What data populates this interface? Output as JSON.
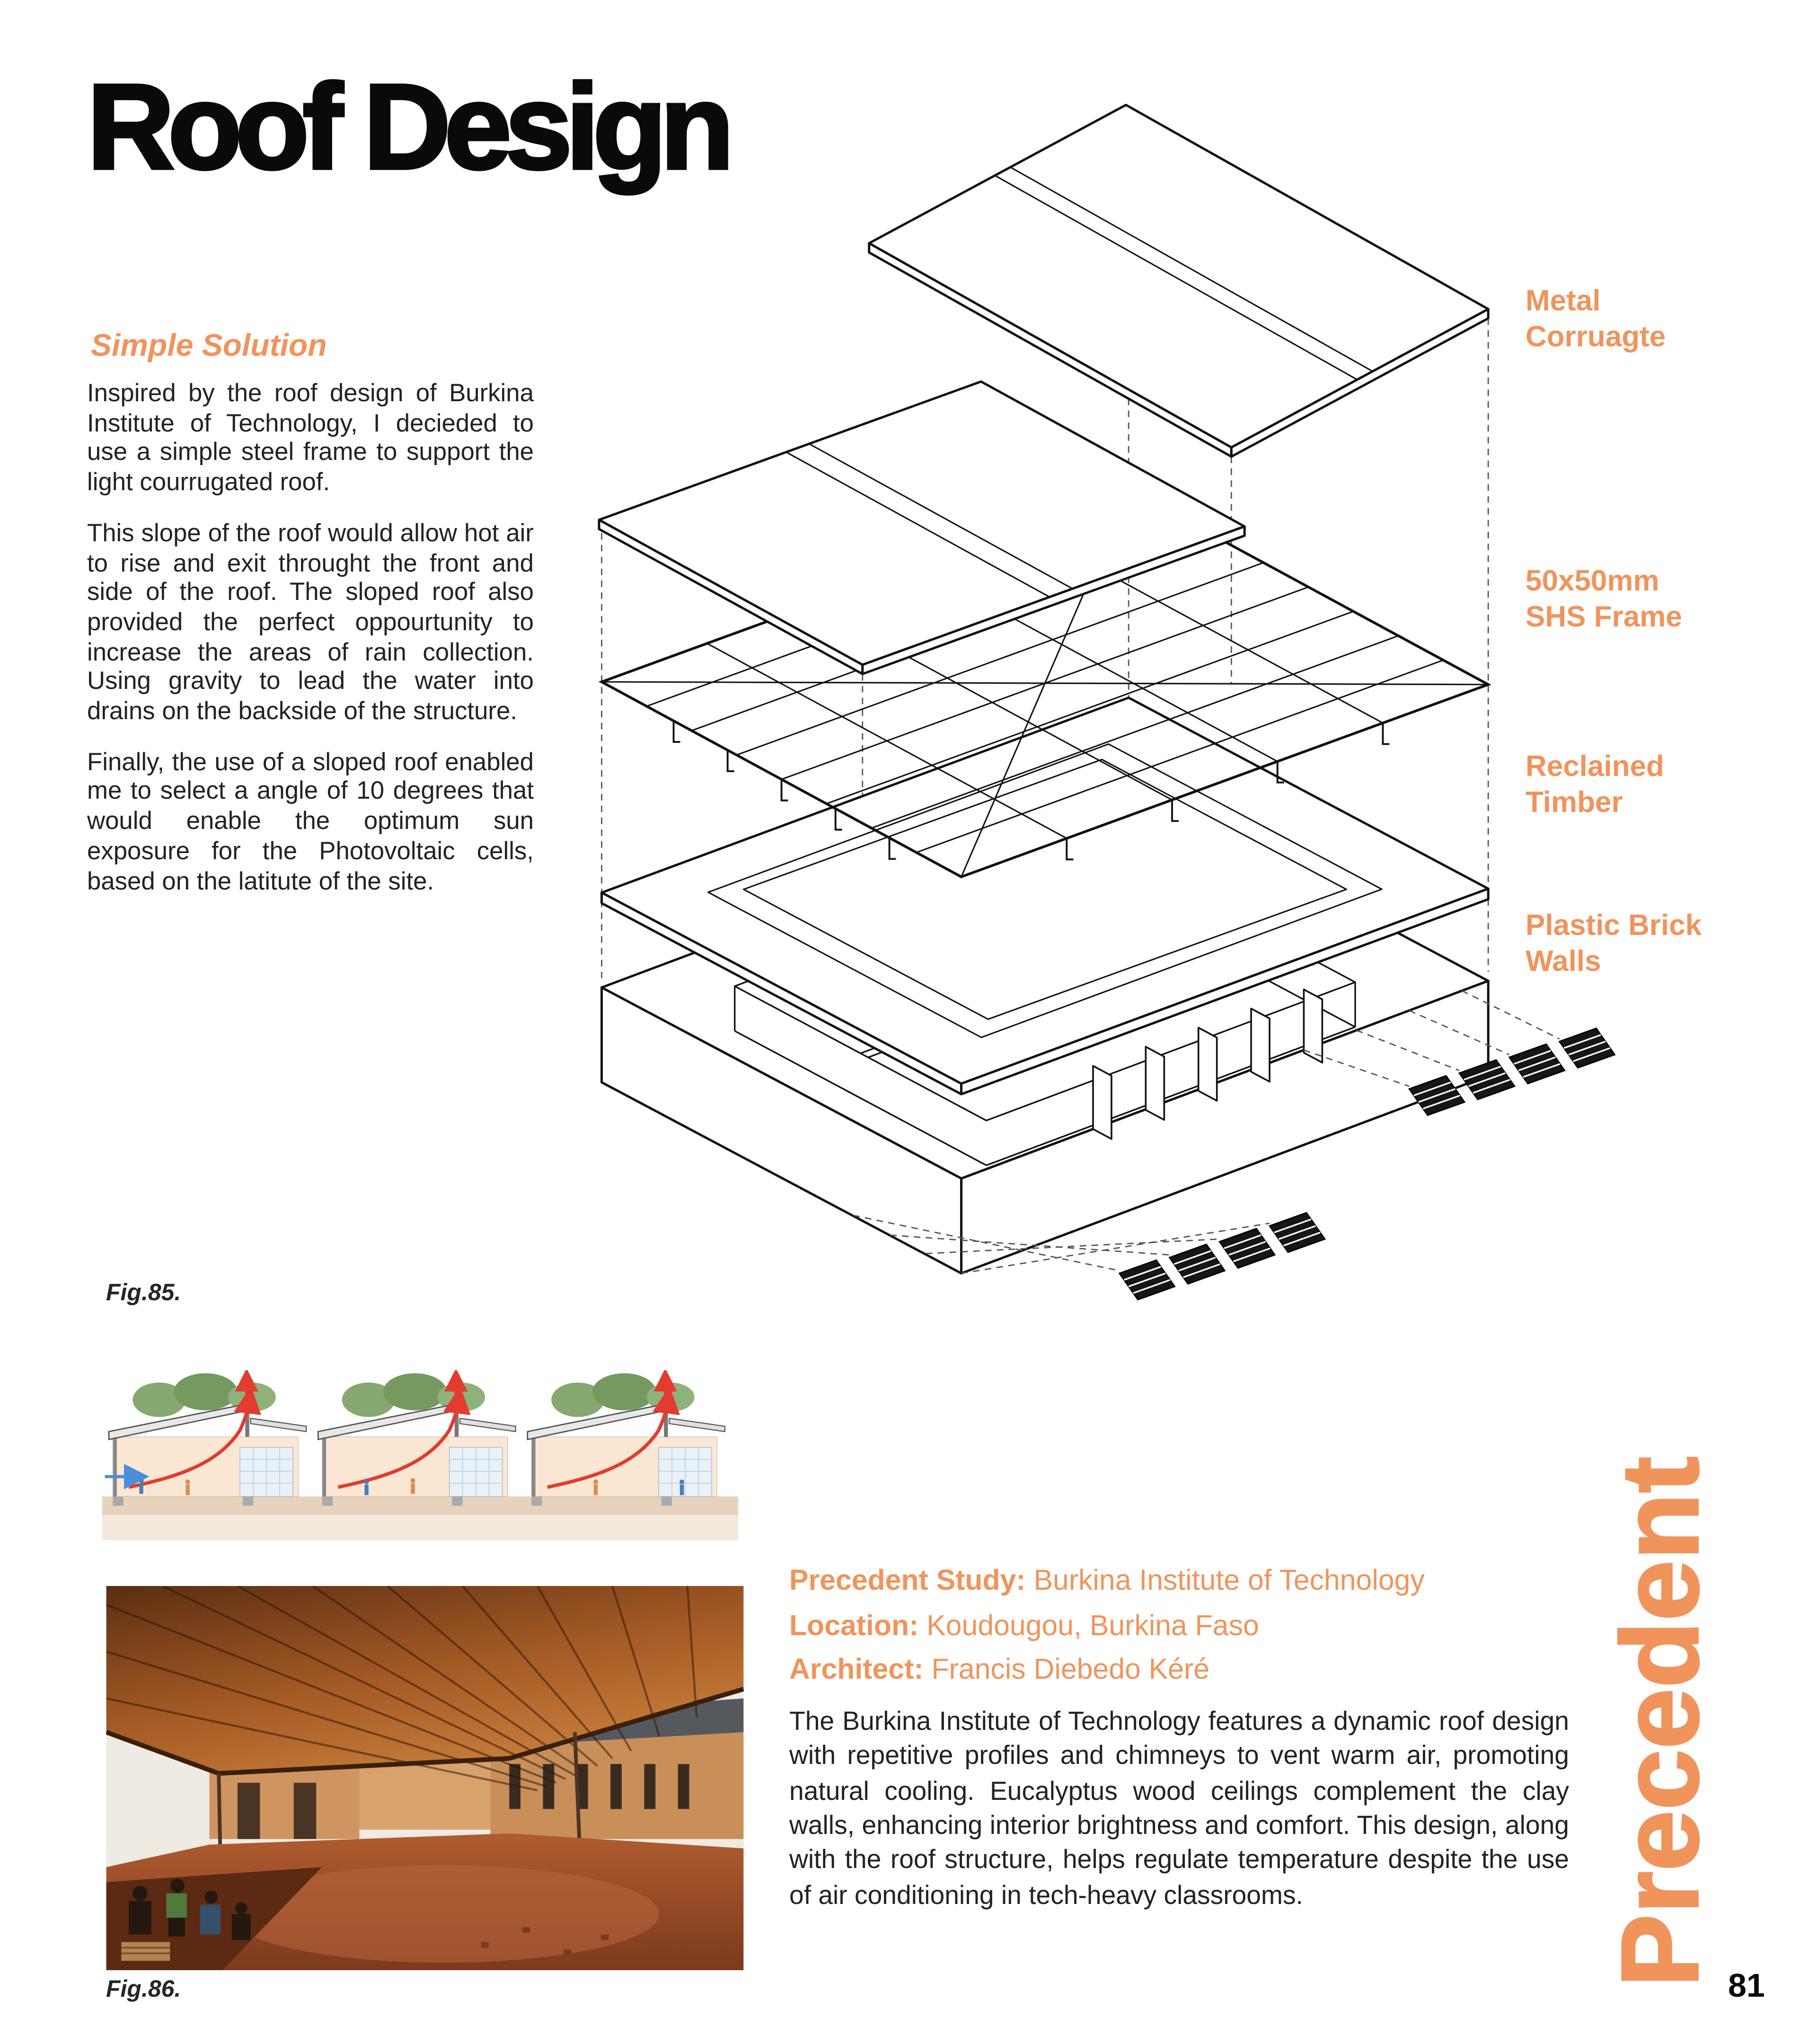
{
  "page": {
    "title": "Roof Design",
    "page_number": "81",
    "accent_color": "#F0945C"
  },
  "left_column": {
    "heading": "Simple Solution",
    "paragraphs": [
      "Inspired by the roof design of Burkina Institute of Technology, I decieded to use a simple steel frame to support the light courrugated roof.",
      "This slope of the roof would allow hot air to rise and exit throught the front and side of the roof. The sloped roof also provided the perfect oppourtunity to increase the areas of rain collection. Using gravity to lead the water into drains on the backside of the structure.",
      "Finally, the use of a sloped roof enabled me to select a angle of 10 degrees that would enable the optimum sun exposure for the Photovoltaic cells, based on the latitute of the site."
    ]
  },
  "diagram": {
    "labels": [
      "Metal Corruagte",
      "50x50mm SHS Frame",
      "Reclained Timber",
      "Plastic Brick Walls"
    ]
  },
  "figures": {
    "fig85_caption": "Fig.85.",
    "fig86_caption": "Fig.86."
  },
  "precedent": {
    "rows": [
      {
        "label": "Precedent Study:",
        "value": " Burkina Institute of Technology"
      },
      {
        "label": "Location:",
        "value": " Koudougou, Burkina Faso"
      },
      {
        "label": "Architect:",
        "value": " Francis Diebedo Kéré"
      }
    ],
    "description": "The Burkina Institute of Technology features a dynamic roof design with repetitive profiles and chimneys to vent warm air, promoting natural cooling. Eucalyptus wood ceilings complement the clay walls, enhancing interior brightness and comfort. This design, along with the roof structure, helps regulate temperature despite the use of air conditioning in tech-heavy classrooms.",
    "sidebar_label": "Precedent"
  }
}
